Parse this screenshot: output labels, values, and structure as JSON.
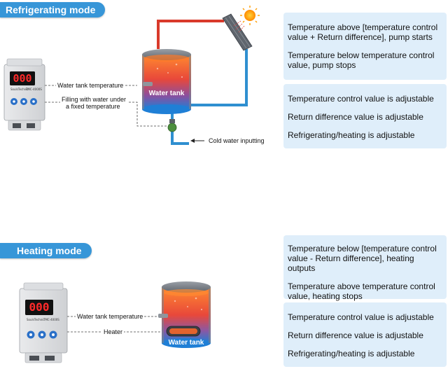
{
  "refrigerating": {
    "title": "Refrigerating mode",
    "labels": {
      "water_tank_temperature": "Water tank temperature",
      "filling_line1": "Filling with water under",
      "filling_line2": "a fixed temperature",
      "cold_water_inputting": "Cold water inputting",
      "tank": "Water tank"
    },
    "controller": {
      "display": "000",
      "brand": "SoulsTechnic",
      "model": "TMC-4000S"
    },
    "panel_top": [
      "Temperature above [temperature control value + Return difference], pump starts",
      "Temperature below temperature control value, pump stops"
    ],
    "panel_bottom": [
      "Temperature control value is adjustable",
      "Return difference value is adjustable",
      "Refrigerating/heating is adjustable"
    ]
  },
  "heating": {
    "title": "Heating mode",
    "labels": {
      "water_tank_temperature": "Water tank temperature",
      "heater": "Heater",
      "tank": "Water tank"
    },
    "controller": {
      "display": "000",
      "brand": "SoulsTechnic",
      "model": "TMC-4000S"
    },
    "panel_top": [
      "Temperature below [temperature control value - Return difference], heating outputs",
      "Temperature above temperature control value, heating stops"
    ],
    "panel_bottom": [
      "Temperature control value is adjustable",
      "Return difference value is adjustable",
      "Refrigerating/heating is adjustable"
    ]
  },
  "colors": {
    "accent": "#3796d8",
    "panel": "#dfeefa",
    "hot_pipe": "#d93a2b",
    "cold_pipe": "#2f8fd0",
    "display_digits": "#ff2a2a"
  }
}
